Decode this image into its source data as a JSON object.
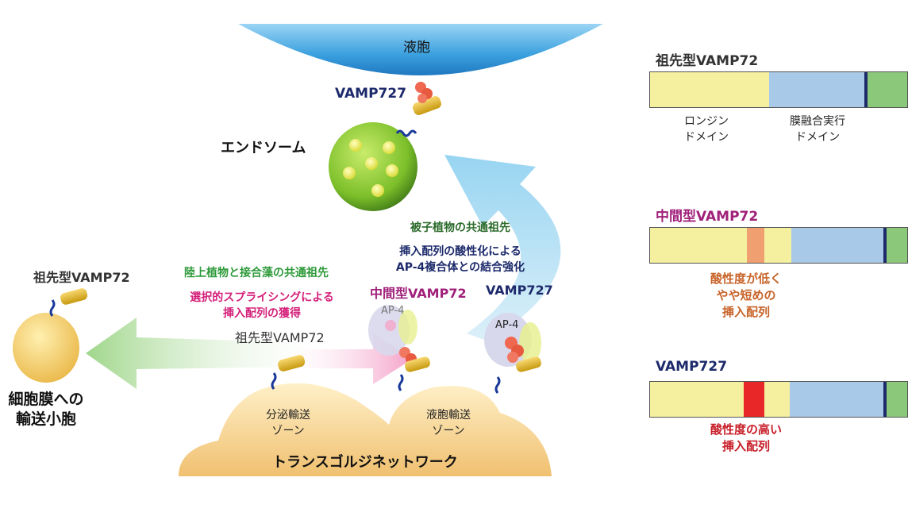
{
  "diagram": {
    "vacuole_label": "液胞",
    "vamp727_top_label": "VAMP727",
    "endosome_label": "エンドソーム",
    "plasma_vesicle_label_line1": "細胞膜への",
    "plasma_vesicle_label_line2": "輸送小胞",
    "ancestral_left_label": "祖先型VAMP72",
    "land_plants_label": "陸上植物と接合藻の共通祖先",
    "splicing_line1": "選択的スプライシングによる",
    "splicing_line2": "挿入配列の獲得",
    "ancestral_tgn_label": "祖先型VAMP72",
    "intermediate_label": "中間型VAMP72",
    "seed_plants_label": "被子植物の共通祖先",
    "acidify_line1": "挿入配列の酸性化による",
    "acidify_line2": "AP-4複合体との結合強化",
    "vamp727_tgn_label": "VAMP727",
    "ap4_left": "AP-4",
    "ap4_right": "AP-4",
    "secretory_zone_line1": "分泌輸送",
    "secretory_zone_line2": "ゾーン",
    "vacuolar_zone_line1": "液胞輸送",
    "vacuolar_zone_line2": "ゾーン",
    "tgn_label": "トランスゴルジネットワーク"
  },
  "domains": {
    "ancestral_title": "祖先型VAMP72",
    "longin_line1": "ロンジン",
    "longin_line2": "ドメイン",
    "fusion_line1": "膜融合実行",
    "fusion_line2": "ドメイン",
    "intermediate_title": "中間型VAMP72",
    "intermediate_note_line1": "酸性度が低く",
    "intermediate_note_line2": "やや短めの",
    "intermediate_note_line3": "挿入配列",
    "vamp727_title": "VAMP727",
    "vamp727_note_line1": "酸性度の高い",
    "vamp727_note_line2": "挿入配列"
  },
  "colors": {
    "ancestral_text": "#333333",
    "intermediate_text": "#a0207a",
    "vamp727_text": "#1d2a6b",
    "green_text": "#2e9a3a",
    "dark_green_text": "#2b6b2b",
    "magenta_text": "#d4207a",
    "orange_text": "#c8642a",
    "red_text": "#c81e28",
    "longin": "#f5f0a0",
    "fusion": "#a9c9e8",
    "tm": "#8cc87a",
    "insert_low": "#f0a070",
    "insert_high": "#e82828"
  }
}
